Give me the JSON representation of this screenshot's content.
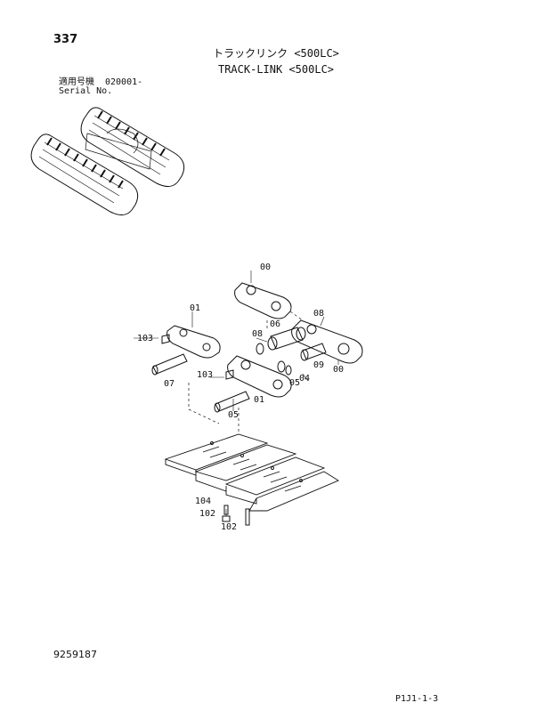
{
  "page_number": "337",
  "title_jp": "トラックリンク <500LC>",
  "title_en": "TRACK-LINK <500LC>",
  "serial_label_jp": "適用号機",
  "serial_label_en": "Serial No.",
  "serial_value": "020001-",
  "drawing_number": "9259187",
  "page_code": "P1J1-1-3",
  "part_labels": {
    "p00_top": "00",
    "p01_left": "01",
    "p08_upper": "08",
    "p06": "06",
    "p08_lower": "08",
    "p103_left": "103",
    "p09": "09",
    "p00_right": "00",
    "p103_mid": "103",
    "p04": "04",
    "p05_small": "05",
    "p07": "07",
    "p01_mid": "01",
    "p05": "05",
    "p104": "104",
    "p102_left": "102",
    "p102_bottom": "102"
  }
}
